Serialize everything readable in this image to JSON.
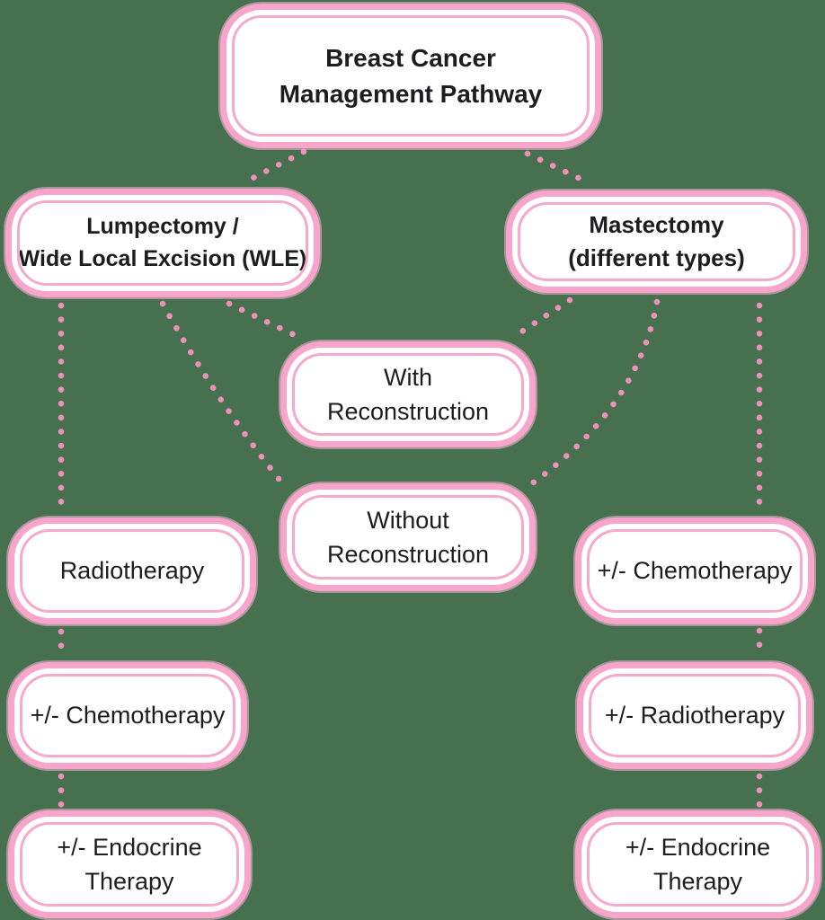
{
  "diagram": {
    "title": "Breast Cancer Management Pathway",
    "colors": {
      "background": "#47704E",
      "box_border_pink": "#F7A5CA",
      "box_inner_line_pink": "#F5A9CC",
      "dotted_line_pink": "#EE90BC",
      "box_fill": "#FFFFFF",
      "text": "#1D1D1F"
    },
    "nodes": [
      {
        "id": "root",
        "label": "Breast Cancer\nManagement Pathway"
      },
      {
        "id": "lumpectomy",
        "label": "Lumpectomy /\nWide Local Excision (WLE)"
      },
      {
        "id": "mastectomy",
        "label": "Mastectomy\n(different types)"
      },
      {
        "id": "with-recon",
        "label": "With\nReconstruction"
      },
      {
        "id": "without-recon",
        "label": "Without\nReconstruction"
      },
      {
        "id": "radiotherapy-left",
        "label": "Radiotherapy"
      },
      {
        "id": "chemotherapy-left",
        "label": "+/- Chemotherapy"
      },
      {
        "id": "endocrine-left",
        "label": "+/- Endocrine\nTherapy"
      },
      {
        "id": "chemotherapy-right",
        "label": "+/- Chemotherapy"
      },
      {
        "id": "radiotherapy-right",
        "label": "+/- Radiotherapy"
      },
      {
        "id": "endocrine-right",
        "label": "+/- Endocrine\nTherapy"
      }
    ],
    "edges": [
      {
        "from": "root",
        "to": "lumpectomy",
        "style": "dotted"
      },
      {
        "from": "root",
        "to": "mastectomy",
        "style": "dotted"
      },
      {
        "from": "lumpectomy",
        "to": "radiotherapy-left",
        "style": "dotted"
      },
      {
        "from": "lumpectomy",
        "to": "with-recon",
        "style": "dotted"
      },
      {
        "from": "lumpectomy",
        "to": "without-recon",
        "style": "dotted"
      },
      {
        "from": "mastectomy",
        "to": "with-recon",
        "style": "dotted"
      },
      {
        "from": "mastectomy",
        "to": "without-recon",
        "style": "dotted"
      },
      {
        "from": "mastectomy",
        "to": "chemotherapy-right",
        "style": "dotted"
      },
      {
        "from": "radiotherapy-left",
        "to": "chemotherapy-left",
        "style": "dotted"
      },
      {
        "from": "chemotherapy-left",
        "to": "endocrine-left",
        "style": "dotted"
      },
      {
        "from": "chemotherapy-right",
        "to": "radiotherapy-right",
        "style": "dotted"
      },
      {
        "from": "radiotherapy-right",
        "to": "endocrine-right",
        "style": "dotted"
      }
    ]
  }
}
